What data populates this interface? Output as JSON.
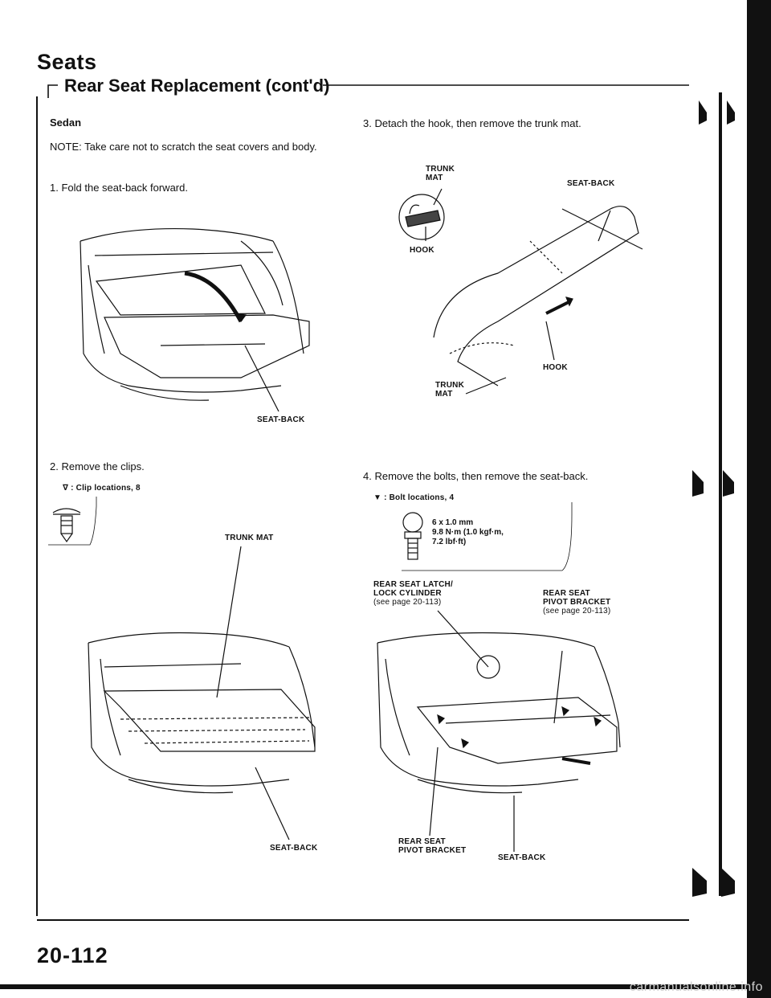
{
  "header": {
    "title": "Seats",
    "subtitle": "Rear Seat Replacement (cont'd)"
  },
  "left": {
    "model": "Sedan",
    "note": "NOTE:  Take care not to scratch the seat covers and body.",
    "step1": "1.  Fold the seat-back forward.",
    "fig1_label": "SEAT-BACK",
    "step2": "2.  Remove the clips.",
    "clip_locations": "∇ : Clip locations, 8",
    "fig2_label_top": "TRUNK MAT",
    "fig2_label_bottom": "SEAT-BACK"
  },
  "right": {
    "step3": "3.  Detach the hook, then remove the trunk mat.",
    "fig3_labels": {
      "trunk_mat_top": "TRUNK MAT",
      "hook_left": "HOOK",
      "seat_back": "SEAT-BACK",
      "hook_right": "HOOK",
      "trunk_mat_bottom": "TRUNK MAT"
    },
    "step4": "4.  Remove the bolts, then remove the seat-back.",
    "bolt_locations": "▼ : Bolt locations, 4",
    "bolt_spec": {
      "size": "6 x 1.0 mm",
      "torque1": "9.8 N·m (1.0 kgf·m,",
      "torque2": "7.2 lbf·ft)"
    },
    "fig4_labels": {
      "latch_1": "REAR SEAT LATCH/",
      "latch_2": "LOCK CYLINDER",
      "latch_ref": "(see page 20-113)",
      "pivot_1": "REAR SEAT",
      "pivot_2": "PIVOT BRACKET",
      "pivot_ref": "(see page 20-113)",
      "pivot_bottom_1": "REAR SEAT",
      "pivot_bottom_2": "PIVOT BRACKET",
      "seat_back": "SEAT-BACK"
    }
  },
  "footer": {
    "page_number": "20-112",
    "watermark": "carmanualsonline.info"
  }
}
